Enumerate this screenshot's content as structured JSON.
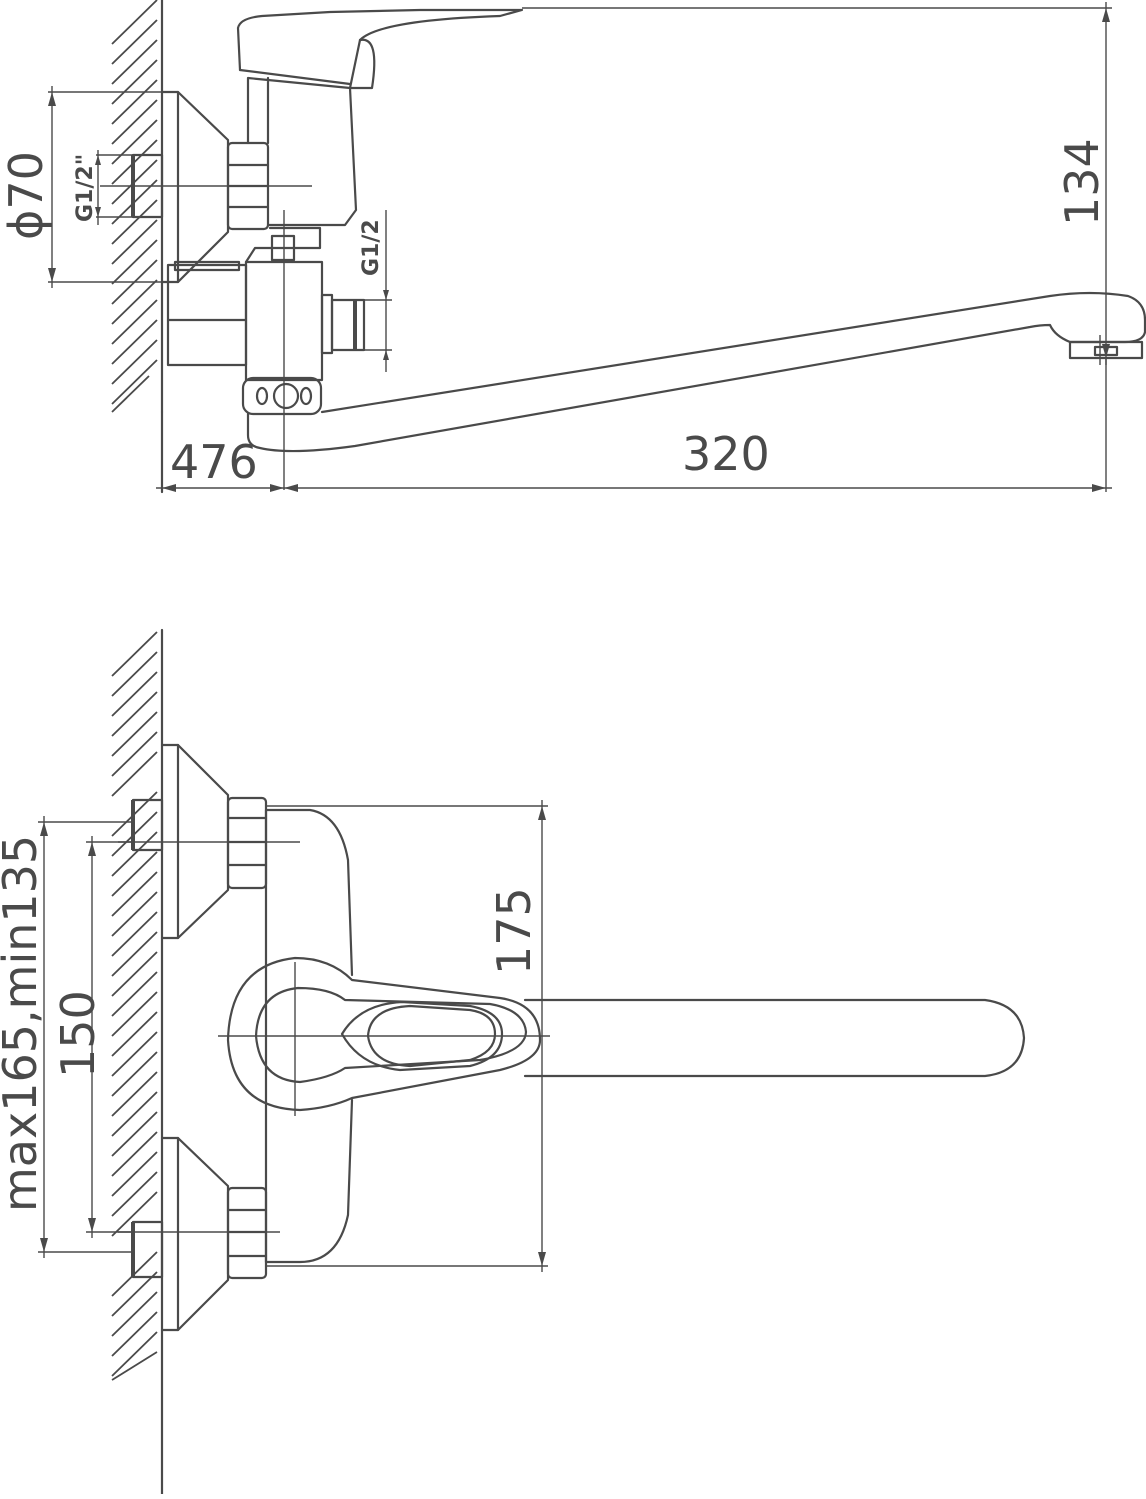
{
  "side_view": {
    "dim_diameter": "ϕ70",
    "dim_inlet_thread": "G1/2\"",
    "dim_outlet_thread": "G1/2",
    "dim_height": "134",
    "dim_offset": "476",
    "dim_spout_length": "320"
  },
  "front_view": {
    "dim_body_height": "175",
    "dim_center_distance": "150",
    "dim_range": "max165,min135"
  }
}
